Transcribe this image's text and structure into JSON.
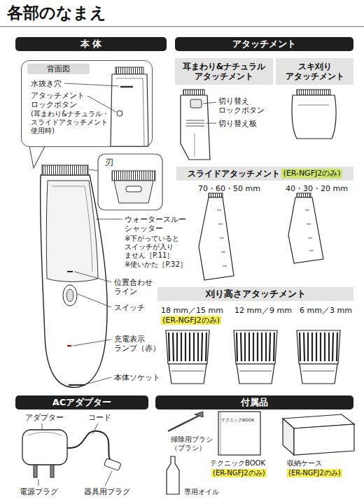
{
  "diagram": {
    "title": "各部のなまえ",
    "nodes": [
      {
        "text": [
          "本 体"
        ]
      },
      {
        "text": [
          "背面図"
        ]
      },
      {
        "text": [
          "アタッチメント"
        ]
      },
      {
        "text": [
          "耳まわり&ナチュラル アタッチメント"
        ]
      },
      {
        "text": [
          "スキ刈り アタッチメント"
        ]
      },
      {
        "text": [
          "スライドアタッチメント",
          "(ER-NGFJ2のみ)"
        ]
      },
      {
        "text": [
          "刈り高さアタッチメント"
        ]
      },
      {
        "text": [
          "ACアダプター"
        ]
      },
      {
        "text": [
          "付属品"
        ]
      }
    ],
    "labels": [
      "水抜き穴",
      "アタッチメント ロックボタン",
      "(耳まわり&ナチュラル・ スライドアタッチメント 使用時)",
      "刃",
      "ウォータースルー シャッター",
      "※下がっていると スイッチが入り ません［P.11］",
      "※使いかた［P.32］",
      "位置合わせ ライン",
      "スイッチ",
      "充電表示 ランプ（赤）",
      "本体ソケット",
      "切り替え ロックボタン",
      "切り替え板",
      "70・60・50 mm",
      "40・30・20 mm",
      "18 mm／15 mm",
      "(ER-NGFJ2のみ)",
      "12 mm／9 mm",
      "6 mm／3 mm",
      "アダプター",
      "コード",
      "電源プラグ",
      "器具用プラグ",
      "掃除用ブラシ （ブラシ）",
      "テクニックBOOK",
      "テクニックBOOK",
      "(ER-NGFJ2のみ)",
      "収納ケース",
      "(ER-NGFJ2のみ)",
      "専用オイル"
    ]
  }
}
